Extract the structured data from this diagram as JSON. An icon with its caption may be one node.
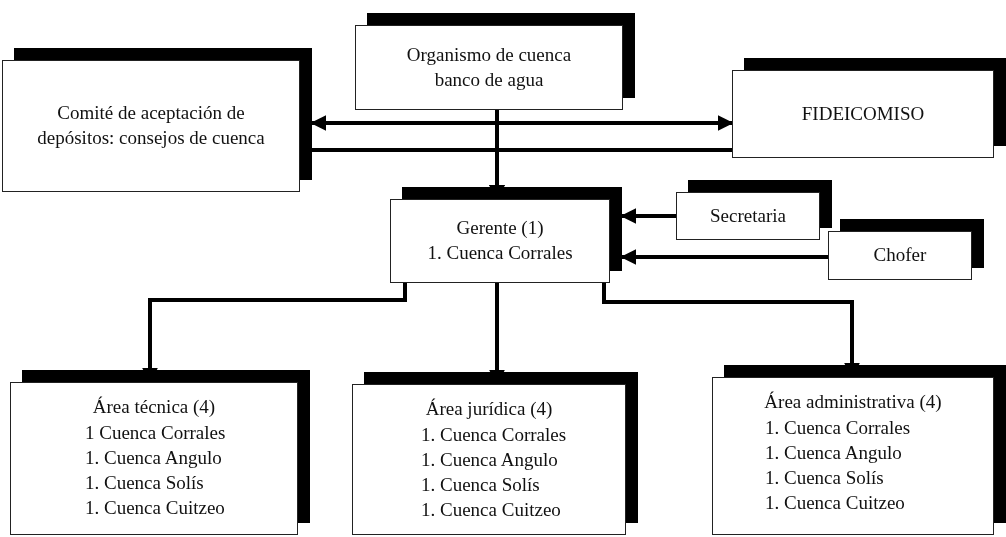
{
  "diagram": {
    "nodes": [
      {
        "text": [
          "Organismo de cuenca banco de agua"
        ]
      },
      {
        "text": [
          "Comité de aceptación de depósitos: consejos de cuenca"
        ]
      },
      {
        "text": [
          "FIDEICOMISO"
        ]
      },
      {
        "text": [
          "Gerente (1)",
          "1. Cuenca Corrales"
        ]
      },
      {
        "text": [
          "Secretaria"
        ]
      },
      {
        "text": [
          "Chofer"
        ]
      },
      {
        "text": [
          "Área técnica (4)",
          "1 Cuenca Corrales",
          "1. Cuenca Angulo",
          "1. Cuenca Solís",
          "1. Cuenca Cuitzeo"
        ]
      },
      {
        "text": [
          "Área jurídica (4)",
          "1. Cuenca Corrales",
          "1. Cuenca Angulo",
          "1. Cuenca Solís",
          "1. Cuenca Cuitzeo"
        ]
      },
      {
        "text": [
          "Área administrativa (4)",
          "1. Cuenca Corrales",
          "1. Cuenca Angulo",
          "1. Cuenca Solís",
          "1. Cuenca Cuitzeo"
        ]
      }
    ],
    "edges": [
      {
        "from": 1,
        "to": 2,
        "arrow": "both"
      },
      {
        "from": 1,
        "to": 3,
        "arrow": "to"
      },
      {
        "from": 0,
        "to": 3,
        "arrow": "to"
      },
      {
        "from": 2,
        "to": 3,
        "arrow": "to"
      },
      {
        "from": 4,
        "to": 3,
        "arrow": "to"
      },
      {
        "from": 5,
        "to": 3,
        "arrow": "to"
      },
      {
        "from": 3,
        "to": 6,
        "arrow": "to"
      },
      {
        "from": 3,
        "to": 7,
        "arrow": "to"
      },
      {
        "from": 3,
        "to": 8,
        "arrow": "to"
      }
    ]
  }
}
